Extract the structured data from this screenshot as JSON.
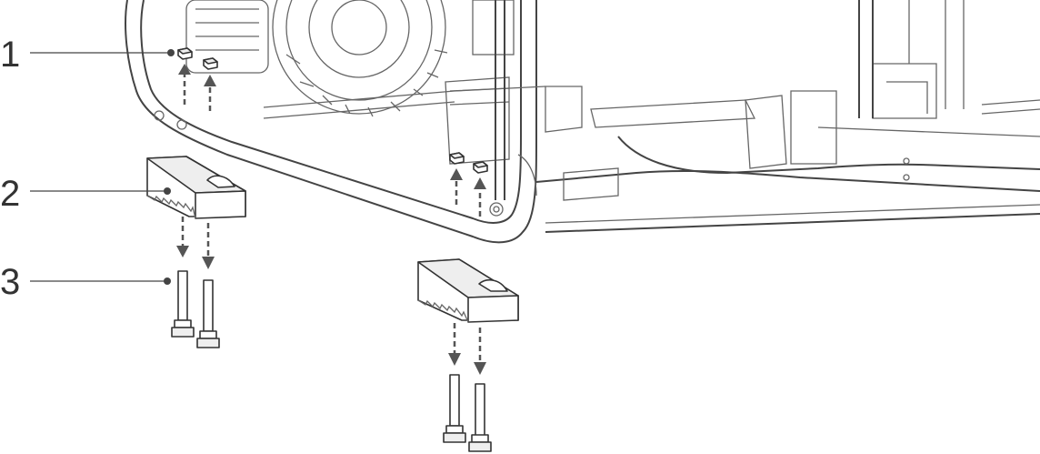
{
  "callouts": [
    {
      "number": "1",
      "part": "nut"
    },
    {
      "number": "2",
      "part": "rubber-foot"
    },
    {
      "number": "3",
      "part": "bolt"
    }
  ],
  "colors": {
    "line": "#444444",
    "arrow": "#555555",
    "background": "#ffffff"
  }
}
